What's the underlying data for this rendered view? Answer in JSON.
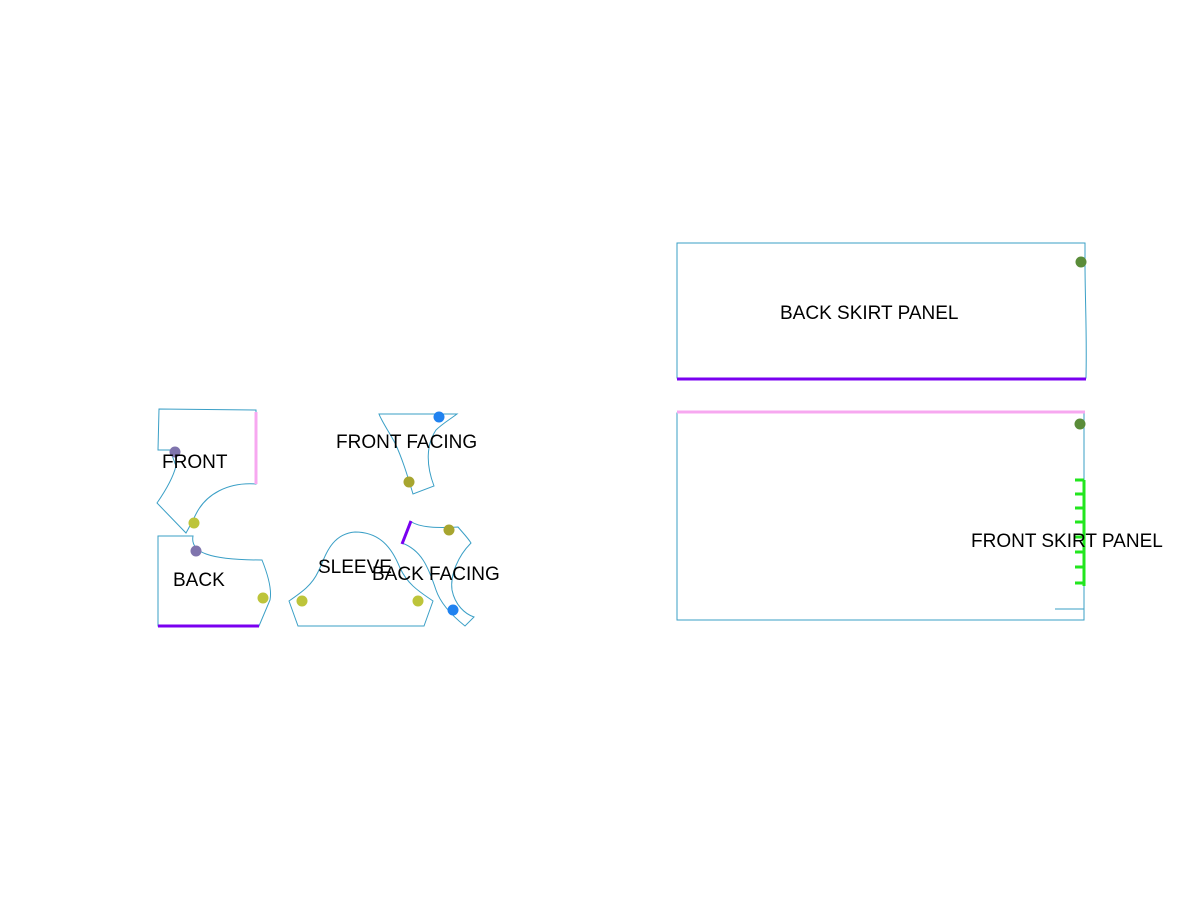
{
  "pieces": {
    "front": {
      "label": "FRONT"
    },
    "back": {
      "label": "BACK"
    },
    "sleeve": {
      "label": "SLEEVE"
    },
    "front_facing": {
      "label": "FRONT FACING"
    },
    "back_facing": {
      "label": "BACK FACING"
    },
    "back_skirt_panel": {
      "label": "BACK SKIRT PANEL"
    },
    "front_skirt_panel": {
      "label": "FRONT SKIRT PANEL"
    }
  },
  "colors": {
    "outline": "#3a9fc6",
    "seam_purple": "#7a00f0",
    "seam_pink": "#f7a8f0",
    "seam_green": "#22e61e",
    "marker_lavender": "#7f74ad",
    "marker_yellow_green": "#bdc43a",
    "marker_olive": "#a7a52f",
    "marker_blue": "#1f82f0",
    "marker_green": "#5a8c39"
  }
}
